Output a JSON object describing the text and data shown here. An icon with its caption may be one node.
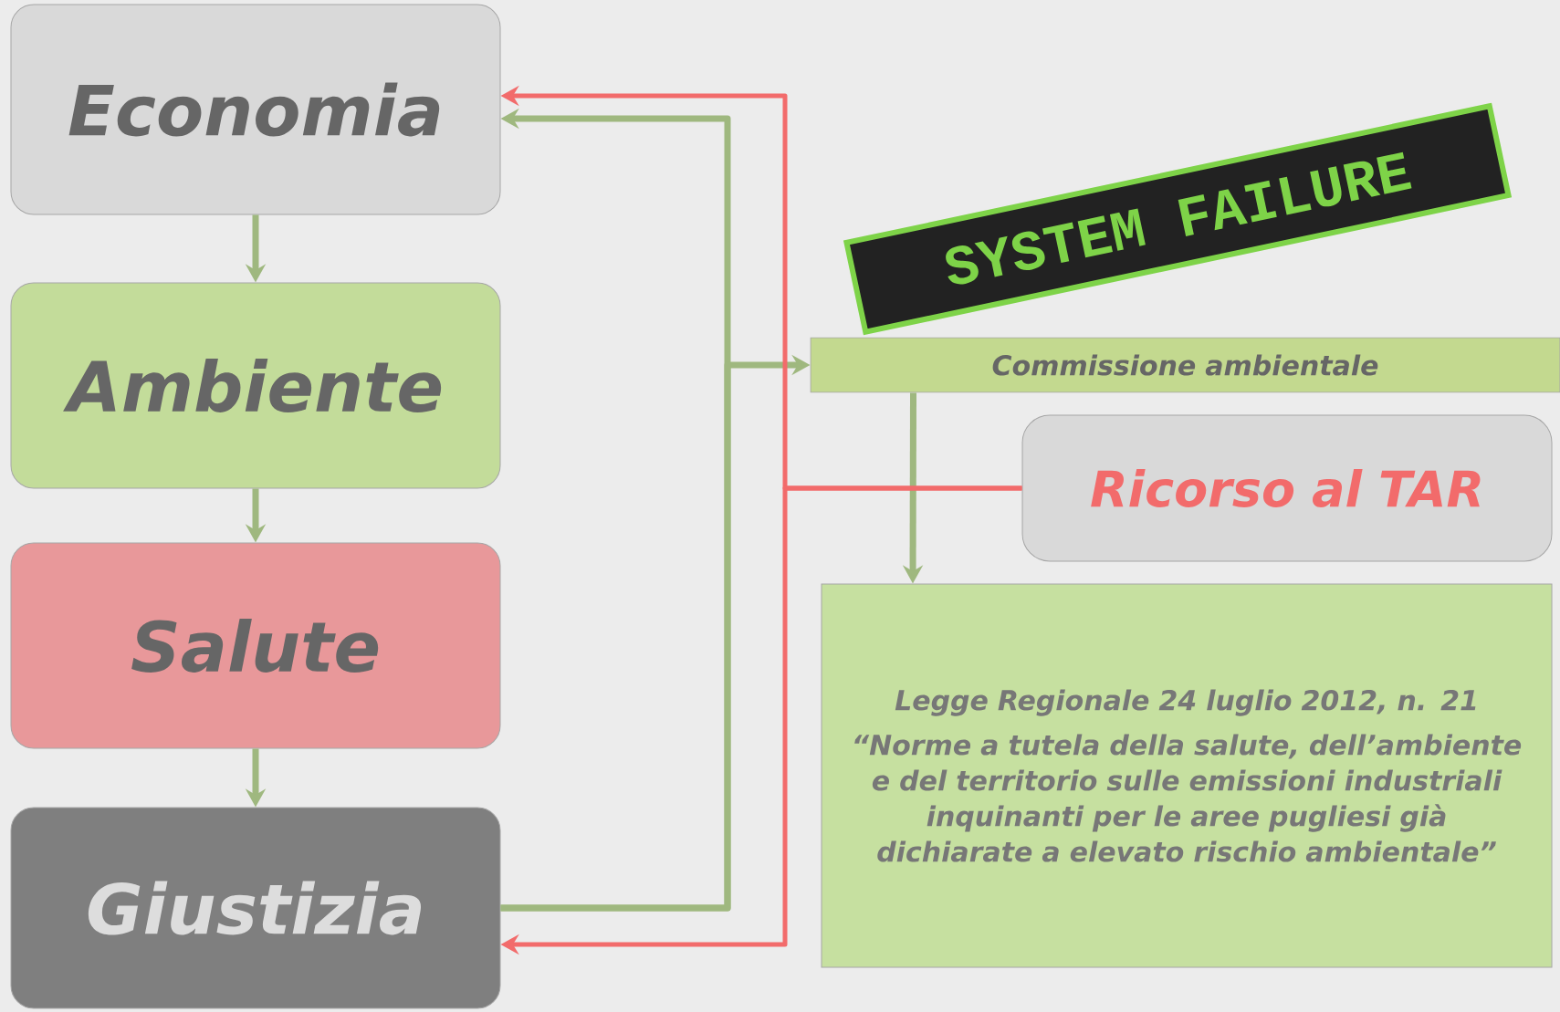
{
  "diagram": {
    "nodes": [
      {
        "text": [
          "Economia"
        ]
      },
      {
        "text": [
          "Ambiente"
        ]
      },
      {
        "text": [
          "Salute"
        ]
      },
      {
        "text": [
          "Giustizia"
        ]
      },
      {
        "text": [
          "Commissione ambientale"
        ]
      },
      {
        "text": [
          "Ricorso al TAR"
        ]
      },
      {
        "text": [
          "Legge Regionale 24 luglio 2012, n. 21",
          "“Norme a tutela della salute, dell’ambiente e del territorio sulle emissioni industriali inquinanti per le aree pugliesi già dichiarate a elevato rischio ambientale”"
        ]
      }
    ],
    "edges": [
      {
        "from": 0,
        "to": 1,
        "arrow": "to"
      },
      {
        "from": 1,
        "to": 2,
        "arrow": "to"
      },
      {
        "from": 2,
        "to": 3,
        "arrow": "to"
      },
      {
        "from": 3,
        "to": 0,
        "arrow": "to"
      },
      {
        "from": 3,
        "to": 4,
        "arrow": "to"
      },
      {
        "from": 4,
        "to": 6,
        "arrow": "to"
      },
      {
        "from": 5,
        "to": 0,
        "arrow": "to",
        "color": "#f26b6b"
      },
      {
        "from": 5,
        "to": 3,
        "arrow": "to",
        "color": "#f26b6b"
      }
    ],
    "labels": [
      "SYSTEM FAILURE"
    ]
  }
}
